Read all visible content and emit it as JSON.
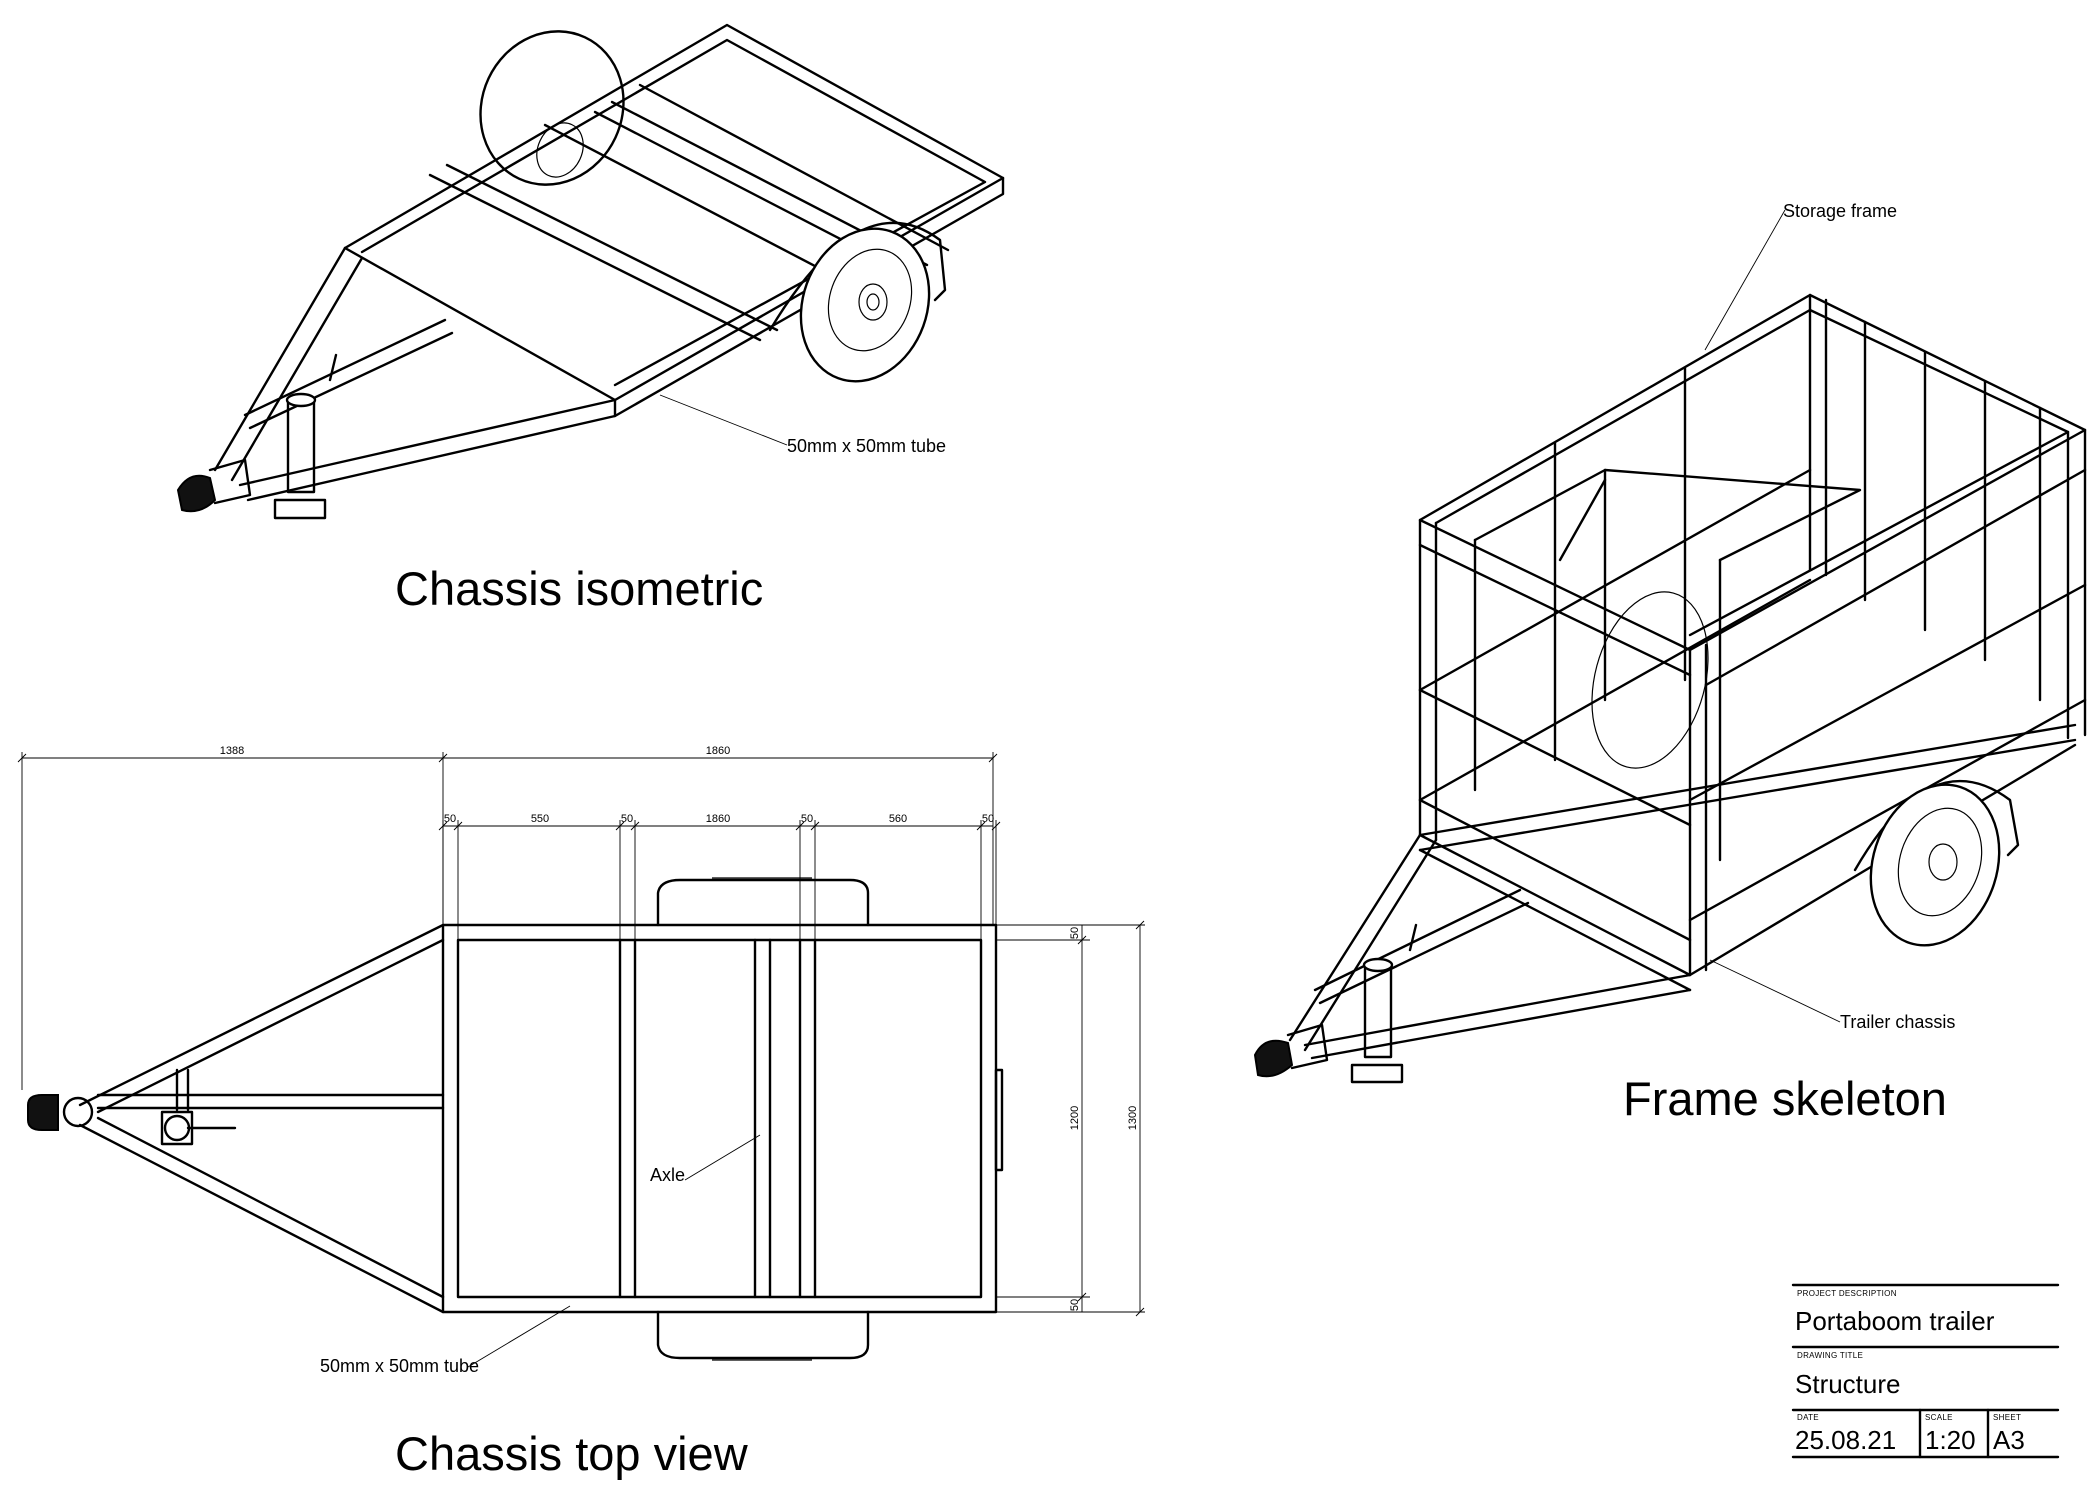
{
  "views": {
    "chassis_iso": {
      "title": "Chassis isometric",
      "callout_tube": "50mm x 50mm tube"
    },
    "frame_skeleton": {
      "title": "Frame skeleton",
      "callout_storage": "Storage frame",
      "callout_chassis": "Trailer chassis"
    },
    "chassis_top": {
      "title": "Chassis top view",
      "callout_axle": "Axle",
      "callout_tube": "50mm x 50mm tube",
      "dims": {
        "drawbar_length": "1388",
        "body_length": "1860",
        "seg_a": "50",
        "seg_b": "550",
        "seg_c": "50",
        "seg_d": "1860",
        "seg_e": "50",
        "seg_f": "560",
        "seg_g": "50",
        "width_inner_top": "50",
        "width_inner": "1200",
        "width_inner_bottom": "50",
        "width_outer": "1300"
      }
    }
  },
  "title_block": {
    "project_label": "PROJECT DESCRIPTION",
    "project": "Portaboom trailer",
    "drawing_label": "DRAWING TITLE",
    "drawing": "Structure",
    "date_label": "DATE",
    "date": "25.08.21",
    "scale_label": "SCALE",
    "scale": "1:20",
    "sheet_label": "SHEET",
    "sheet": "A3"
  }
}
